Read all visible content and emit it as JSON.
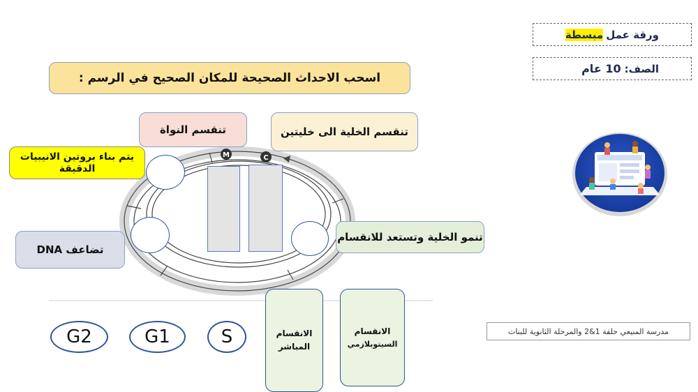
{
  "header": {
    "worksheet_prefix": "ورقة عمل",
    "worksheet_highlight": "مبسطة",
    "grade_label": "الصف:",
    "grade_value": "10 عام"
  },
  "instruction": "اسحب الاحداث الصحيحة للمكان الصحيح في الرسم :",
  "cards": {
    "nucleus_division": "تنقسم النواة",
    "cell_splits": "تنقسم الخلية الى خليتين",
    "microtubules": "يتم بناء بروتين الانيبيات الدقيقة",
    "dna": "تضاعف DNA",
    "grows": "تنمو الخلية وتستعد للانقسام"
  },
  "cycle_markers": {
    "m": "M",
    "c": "C"
  },
  "phases": [
    "G2",
    "G1",
    "S"
  ],
  "division_cards": {
    "mitosis_line1": "الانقسام",
    "mitosis_line2": "المباشر",
    "cytokinesis_line1": "الانقسام",
    "cytokinesis_line2": "السيتوبلازمي"
  },
  "school": "مدرسة المنيعي حلقة 1&2 والمرحلة الثانوية للبنات",
  "colors": {
    "instruction_bg": "#fbe39c",
    "nucleus_bg": "#f8ded6",
    "cell_splits_bg": "#fdf1d5",
    "microtubules_bg": "#ffff00",
    "dna_bg": "#d9dee8",
    "grows_bg": "#e3efd8"
  }
}
